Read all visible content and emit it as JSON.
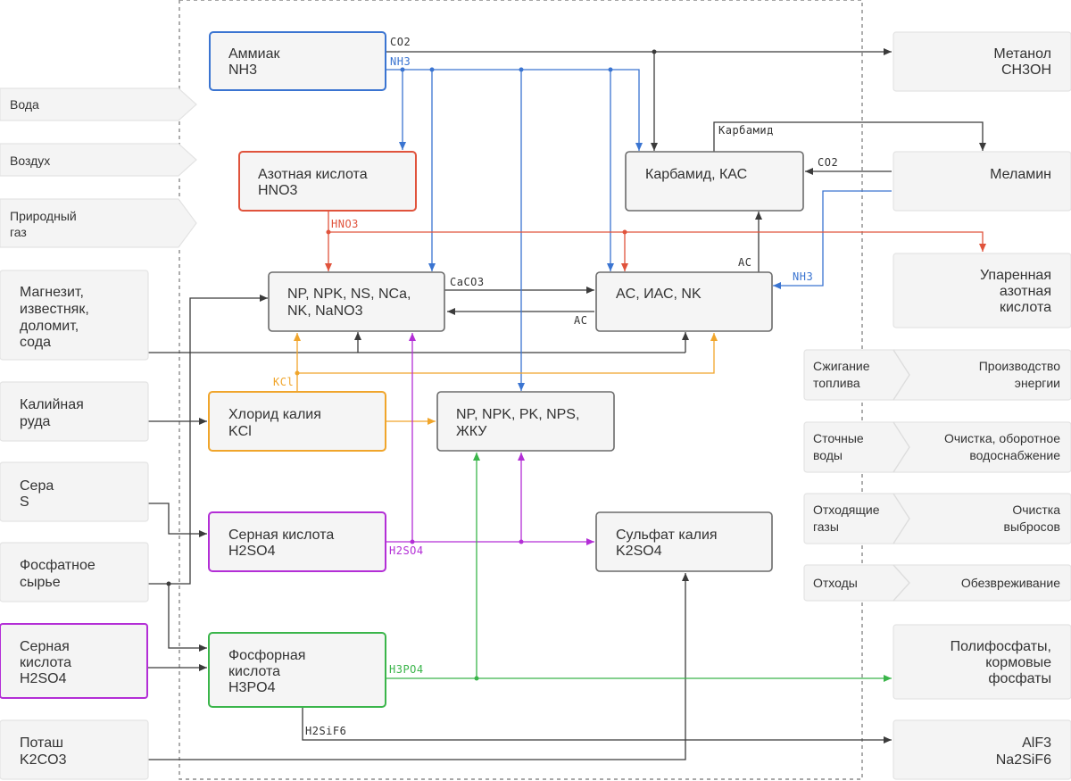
{
  "colors": {
    "gray": "#3b3b3b",
    "blue": "#3a74d1",
    "red": "#e0533c",
    "orange": "#f0a52b",
    "purple": "#b32ed6",
    "green": "#3ab54a"
  },
  "inputs": {
    "voda": "Вода",
    "vozduh": "Воздух",
    "gas": [
      "Природный",
      "газ"
    ],
    "magnezit": [
      "Магнезит,",
      "известняк,",
      "доломит,",
      "сода"
    ],
    "ruda": [
      "Калийная",
      "руда"
    ],
    "sera": [
      "Сера",
      "S"
    ],
    "fosfat": [
      "Фосфатное",
      "сырье"
    ],
    "h2so4_in": [
      "Серная",
      "кислота",
      "H2SO4"
    ],
    "potash": [
      "Поташ",
      "K2CO3"
    ]
  },
  "nodes": {
    "ammiak": [
      "Аммиак",
      "NH3"
    ],
    "azotnaya": [
      "Азотная кислота",
      "HNO3"
    ],
    "np_group": [
      "NP, NPK, NS, NCa,",
      "NK, NaNO3"
    ],
    "ac_group": [
      "AC, ИАС, NK"
    ],
    "karbamid": [
      "Карбамид, КАС"
    ],
    "hlorid": [
      "Хлорид калия",
      "KCl"
    ],
    "npk_group": [
      "NP, NPK, PK, NPS,",
      "ЖКУ"
    ],
    "sernaya": [
      "Серная кислота",
      "H2SO4"
    ],
    "sulfat": [
      "Сульфат калия",
      "K2SO4"
    ],
    "fosfornaya": [
      "Фосфорная",
      "кислота",
      "H3PO4"
    ]
  },
  "outputs": {
    "metanol": [
      "Метанол",
      "CH3OH"
    ],
    "melamin": [
      "Меламин"
    ],
    "uparennaya": [
      "Упаренная",
      "азотная",
      "кислота"
    ],
    "polifosfaty": [
      "Полифосфаты,",
      "кормовые",
      "фосфаты"
    ],
    "alf3": [
      "AlF3",
      "Na2SiF6"
    ]
  },
  "utilities": [
    {
      "left": [
        "Сжигание",
        "топлива"
      ],
      "right": [
        "Производство",
        "энергии"
      ]
    },
    {
      "left": [
        "Сточные",
        "воды"
      ],
      "right": [
        "Очистка, оборотное",
        "водоснабжение"
      ]
    },
    {
      "left": [
        "Отходящие",
        "газы"
      ],
      "right": [
        "Очистка",
        "выбросов"
      ]
    },
    {
      "left": [
        "Отходы"
      ],
      "right": [
        "Обезвреживание"
      ]
    }
  ],
  "flow_labels": {
    "co2_top": "CO2",
    "nh3_top": "NH3",
    "hno3": "HNO3",
    "caco3": "CaCO3",
    "ac_mid": "AC",
    "ac_top": "AC",
    "karbamid": "Карбамид",
    "co2_mel": "CO2",
    "nh3_right": "NH3",
    "kcl": "KCl",
    "h2so4": "H2SO4",
    "h3po4": "H3PO4",
    "h2sif6": "H2SiF6"
  }
}
